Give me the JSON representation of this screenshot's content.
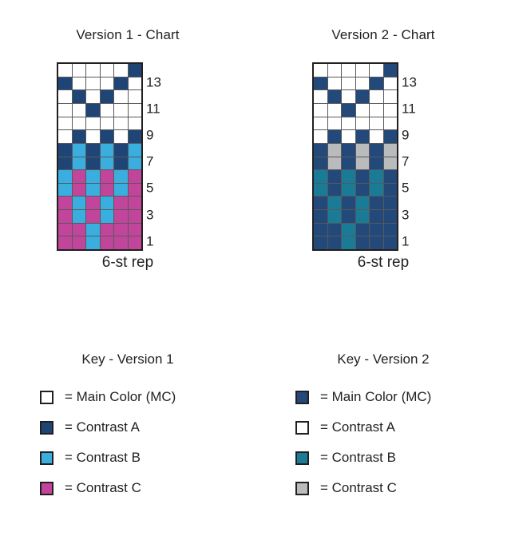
{
  "chart_data": [
    {
      "type": "heatmap",
      "title": "Version 1 - Chart",
      "subtitle": "6-st rep",
      "xlabel": "",
      "ylabel": "",
      "columns": 6,
      "rows": 14,
      "row_labels": [
        "13",
        "11",
        "9",
        "7",
        "5",
        "3",
        "1"
      ],
      "row_label_rows": [
        13,
        11,
        9,
        7,
        5,
        3,
        1
      ],
      "palette": {
        "MC": "#ffffff",
        "A": "#1f4576",
        "B": "#3aaede",
        "C": "#c1459b"
      },
      "legend": [
        {
          "symbol": "MC",
          "label": "= Main Color (MC)",
          "color": "#ffffff"
        },
        {
          "symbol": "A",
          "label": "= Contrast A",
          "color": "#1f4576"
        },
        {
          "symbol": "B",
          "label": "= Contrast B",
          "color": "#3aaede"
        },
        {
          "symbol": "C",
          "label": "= Contrast C",
          "color": "#c1459b"
        }
      ],
      "grid": [
        [
          "MC",
          "MC",
          "MC",
          "MC",
          "MC",
          "A"
        ],
        [
          "A",
          "MC",
          "MC",
          "MC",
          "A",
          "MC"
        ],
        [
          "MC",
          "A",
          "MC",
          "A",
          "MC",
          "MC"
        ],
        [
          "MC",
          "MC",
          "A",
          "MC",
          "MC",
          "MC"
        ],
        [
          "MC",
          "MC",
          "MC",
          "MC",
          "MC",
          "MC"
        ],
        [
          "MC",
          "A",
          "MC",
          "A",
          "MC",
          "A"
        ],
        [
          "A",
          "B",
          "A",
          "B",
          "A",
          "B"
        ],
        [
          "A",
          "B",
          "A",
          "B",
          "A",
          "B"
        ],
        [
          "B",
          "C",
          "B",
          "C",
          "B",
          "C"
        ],
        [
          "B",
          "C",
          "B",
          "C",
          "B",
          "C"
        ],
        [
          "C",
          "B",
          "C",
          "B",
          "C",
          "C"
        ],
        [
          "C",
          "B",
          "C",
          "B",
          "C",
          "C"
        ],
        [
          "C",
          "C",
          "B",
          "C",
          "C",
          "C"
        ],
        [
          "C",
          "C",
          "B",
          "C",
          "C",
          "C"
        ]
      ]
    },
    {
      "type": "heatmap",
      "title": "Version 2 - Chart",
      "subtitle": "6-st rep",
      "xlabel": "",
      "ylabel": "",
      "columns": 6,
      "rows": 14,
      "row_labels": [
        "13",
        "11",
        "9",
        "7",
        "5",
        "3",
        "1"
      ],
      "row_label_rows": [
        13,
        11,
        9,
        7,
        5,
        3,
        1
      ],
      "palette": {
        "MC": "#23497a",
        "A": "#ffffff",
        "B": "#1a7b96",
        "C": "#b9bbbd"
      },
      "legend": [
        {
          "symbol": "MC",
          "label": "= Main Color (MC)",
          "color": "#23497a"
        },
        {
          "symbol": "A",
          "label": "= Contrast A",
          "color": "#ffffff"
        },
        {
          "symbol": "B",
          "label": "= Contrast B",
          "color": "#1a7b96"
        },
        {
          "symbol": "C",
          "label": "= Contrast C",
          "color": "#b9bbbd"
        }
      ],
      "grid": [
        [
          "A",
          "A",
          "A",
          "A",
          "A",
          "MC"
        ],
        [
          "MC",
          "A",
          "A",
          "A",
          "MC",
          "A"
        ],
        [
          "A",
          "MC",
          "A",
          "MC",
          "A",
          "A"
        ],
        [
          "A",
          "A",
          "MC",
          "A",
          "A",
          "A"
        ],
        [
          "A",
          "A",
          "A",
          "A",
          "A",
          "A"
        ],
        [
          "A",
          "MC",
          "A",
          "MC",
          "A",
          "MC"
        ],
        [
          "MC",
          "C",
          "MC",
          "C",
          "MC",
          "C"
        ],
        [
          "MC",
          "C",
          "MC",
          "C",
          "MC",
          "C"
        ],
        [
          "B",
          "MC",
          "B",
          "MC",
          "B",
          "MC"
        ],
        [
          "B",
          "MC",
          "B",
          "MC",
          "B",
          "MC"
        ],
        [
          "MC",
          "B",
          "MC",
          "B",
          "MC",
          "MC"
        ],
        [
          "MC",
          "B",
          "MC",
          "B",
          "MC",
          "MC"
        ],
        [
          "MC",
          "MC",
          "B",
          "MC",
          "MC",
          "MC"
        ],
        [
          "MC",
          "MC",
          "B",
          "MC",
          "MC",
          "MC"
        ]
      ]
    }
  ],
  "left": {
    "chart_title": "Version 1 - Chart",
    "rep_label": "6-st rep",
    "key_title": "Key - Version 1"
  },
  "right": {
    "chart_title": "Version 2 - Chart",
    "rep_label": "6-st rep",
    "key_title": "Key - Version 2"
  }
}
